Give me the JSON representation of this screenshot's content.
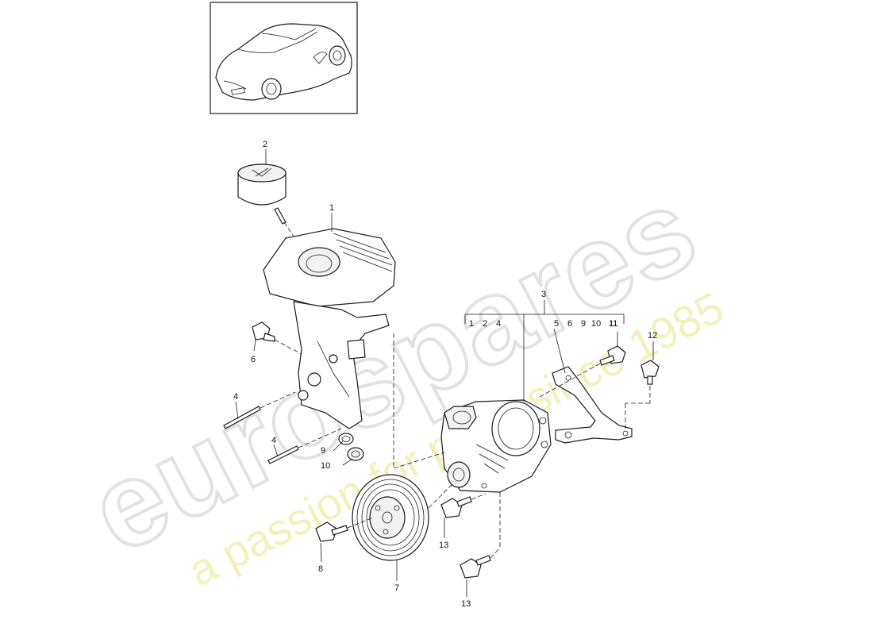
{
  "watermark": {
    "brand": "eurospares",
    "tagline": "a passion for parts since 1985"
  },
  "thumbnail": {
    "description_icon": "car-icon"
  },
  "callouts": {
    "c1": "1",
    "c2": "2",
    "c3": "3",
    "c3_group": [
      "1",
      "2",
      "4",
      "5",
      "6",
      "9",
      "10",
      "11"
    ],
    "c4a": "4",
    "c4b": "4",
    "c6": "6",
    "c7": "7",
    "c8": "8",
    "c9": "9",
    "c10": "10",
    "c11": "11",
    "c12": "12",
    "c13a": "13",
    "c13b": "13"
  },
  "colors": {
    "line": "#1a1a1a",
    "watermark_outline": "#e2e2e2",
    "watermark_tagline": "#f1efb0"
  }
}
